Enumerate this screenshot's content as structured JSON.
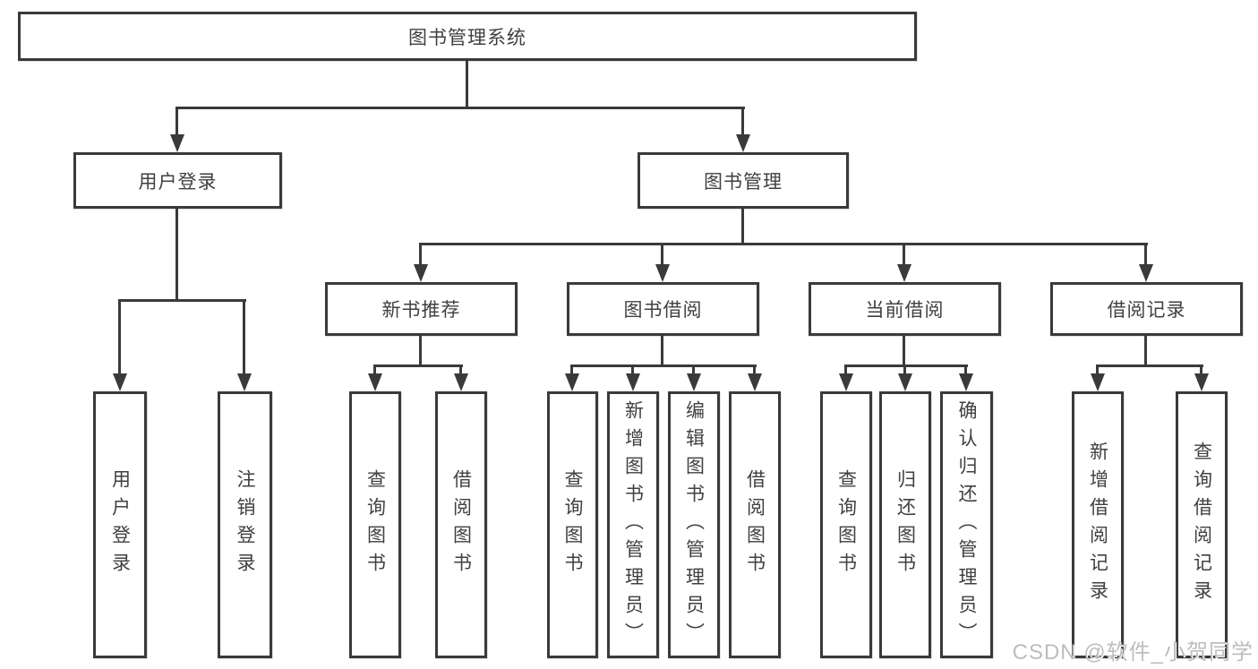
{
  "diagram": {
    "root": "图书管理系统",
    "level2": [
      "用户登录",
      "图书管理"
    ],
    "level3": [
      "新书推荐",
      "图书借阅",
      "当前借阅",
      "借阅记录"
    ],
    "leaves": {
      "user_login": [
        "用户登录",
        "注销登录"
      ],
      "new_book_recommend": [
        "查询图书",
        "借阅图书"
      ],
      "book_borrow": [
        "查询图书",
        "新增图书（管理员）",
        "编辑图书（管理员）",
        "借阅图书"
      ],
      "current_borrow": [
        "查询图书",
        "归还图书",
        "确认归还（管理员）"
      ],
      "borrow_records": [
        "新增借阅记录",
        "查询借阅记录"
      ]
    },
    "watermark": "CSDN @软件_小贺同学",
    "colors": {
      "line": "#3a3a3a",
      "text": "#404040",
      "watermark": "#bdbdbd",
      "background": "#ffffff"
    }
  }
}
